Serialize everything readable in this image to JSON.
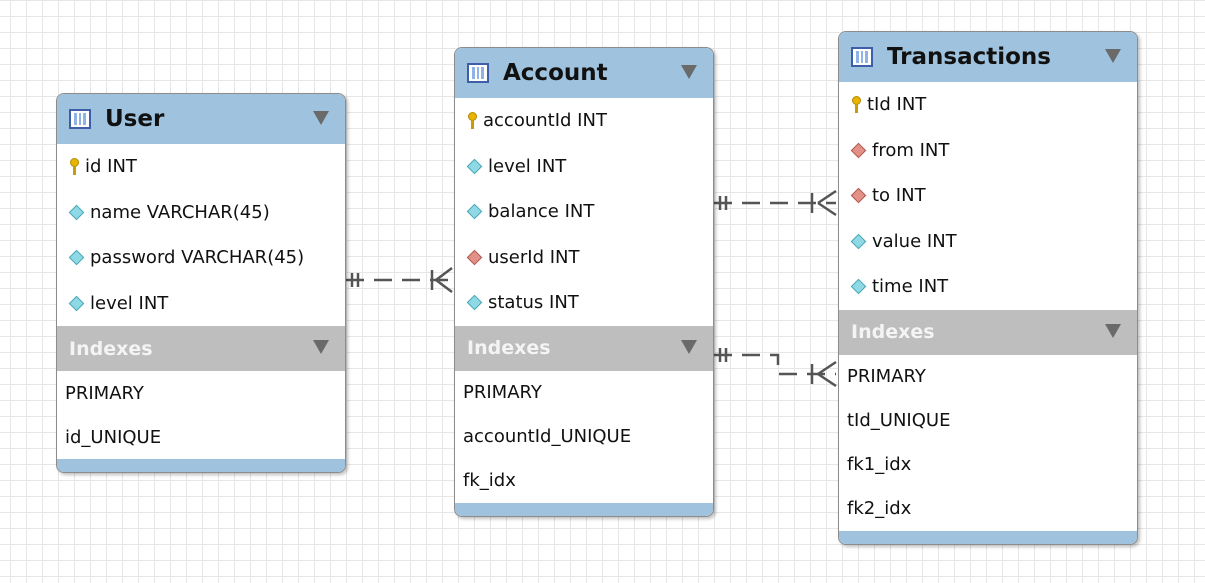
{
  "tables": {
    "user": {
      "title": "User",
      "columns": [
        {
          "label": "id INT",
          "kind": "pk"
        },
        {
          "label": "name VARCHAR(45)",
          "kind": "attr"
        },
        {
          "label": "password VARCHAR(45)",
          "kind": "attr"
        },
        {
          "label": "level INT",
          "kind": "attr"
        }
      ],
      "indexes_label": "Indexes",
      "indexes": [
        "PRIMARY",
        "id_UNIQUE"
      ]
    },
    "account": {
      "title": "Account",
      "columns": [
        {
          "label": "accountId INT",
          "kind": "pk"
        },
        {
          "label": "level INT",
          "kind": "attr"
        },
        {
          "label": "balance INT",
          "kind": "attr"
        },
        {
          "label": "userId INT",
          "kind": "fk"
        },
        {
          "label": "status INT",
          "kind": "attr"
        }
      ],
      "indexes_label": "Indexes",
      "indexes": [
        "PRIMARY",
        "accountId_UNIQUE",
        "fk_idx"
      ]
    },
    "transactions": {
      "title": "Transactions",
      "columns": [
        {
          "label": "tId INT",
          "kind": "pk"
        },
        {
          "label": "from INT",
          "kind": "fk"
        },
        {
          "label": "to INT",
          "kind": "fk"
        },
        {
          "label": "value INT",
          "kind": "attr"
        },
        {
          "label": "time INT",
          "kind": "attr"
        }
      ],
      "indexes_label": "Indexes",
      "indexes": [
        "PRIMARY",
        "tId_UNIQUE",
        "fk1_idx",
        "fk2_idx"
      ]
    }
  },
  "colors": {
    "header": "#9fc3df",
    "index_header": "#bebebe",
    "pk_icon": "#e7b400",
    "attr_icon": "#8fd9e6",
    "fk_icon": "#e29088",
    "connector": "#555555"
  },
  "relationships": [
    {
      "from": "User",
      "to": "Account",
      "type": "one-to-many"
    },
    {
      "from": "Account",
      "to": "Transactions",
      "type": "one-to-many"
    },
    {
      "from": "Account",
      "to": "Transactions",
      "type": "one-to-many"
    }
  ]
}
